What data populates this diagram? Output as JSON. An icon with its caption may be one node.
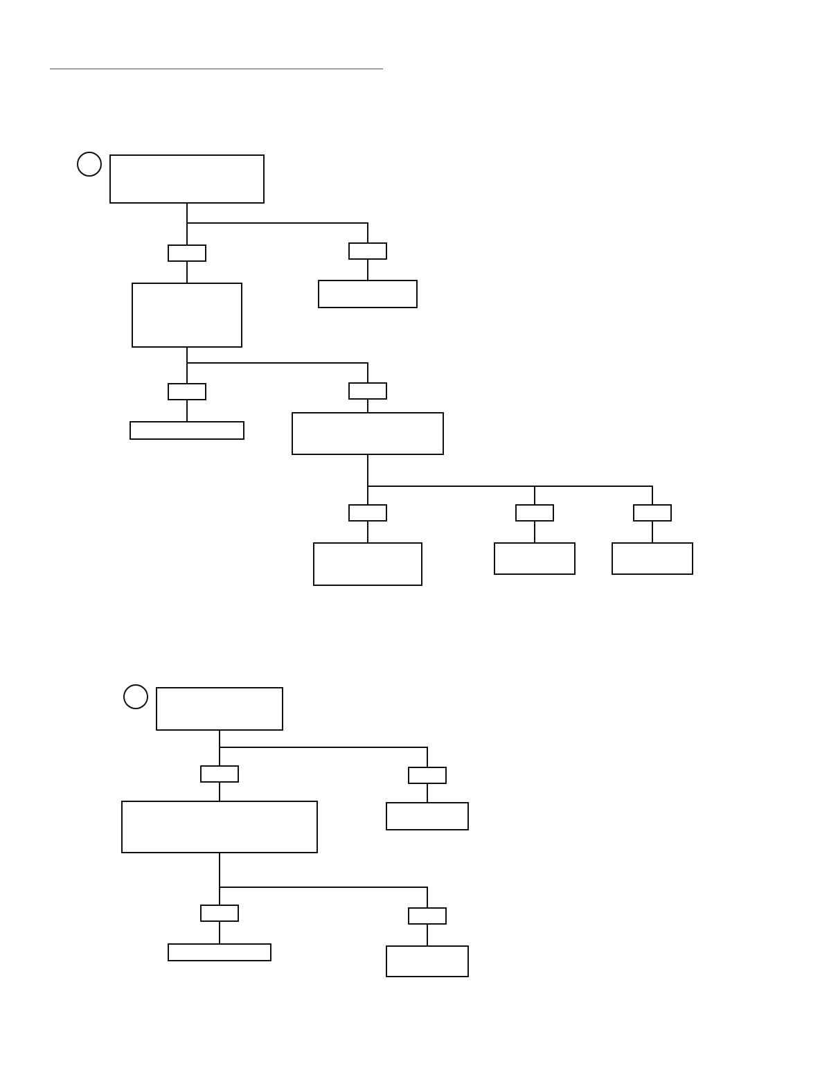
{
  "diagram": {
    "nodes": [
      {
        "text": [],
        "shape": "circle"
      },
      {
        "text": [],
        "shape": "box"
      },
      {
        "text": [],
        "shape": "box"
      },
      {
        "text": [],
        "shape": "box"
      },
      {
        "text": [],
        "shape": "box"
      },
      {
        "text": [],
        "shape": "box"
      },
      {
        "text": [],
        "shape": "box"
      },
      {
        "text": [],
        "shape": "box"
      },
      {
        "text": [],
        "shape": "box"
      },
      {
        "text": [],
        "shape": "box"
      },
      {
        "text": [],
        "shape": "box"
      },
      {
        "text": [],
        "shape": "box"
      },
      {
        "text": [],
        "shape": "box"
      },
      {
        "text": [],
        "shape": "box"
      },
      {
        "text": [],
        "shape": "box"
      },
      {
        "text": [],
        "shape": "box"
      },
      {
        "text": [],
        "shape": "circle"
      },
      {
        "text": [],
        "shape": "box"
      },
      {
        "text": [],
        "shape": "box"
      },
      {
        "text": [],
        "shape": "box"
      },
      {
        "text": [],
        "shape": "box"
      },
      {
        "text": [],
        "shape": "box"
      },
      {
        "text": [],
        "shape": "box"
      },
      {
        "text": [],
        "shape": "box"
      },
      {
        "text": [],
        "shape": "box"
      },
      {
        "text": [],
        "shape": "box"
      }
    ],
    "edges": [
      {
        "from": 1,
        "to": 2,
        "arrow": "none"
      },
      {
        "from": 1,
        "to": 3,
        "arrow": "none"
      },
      {
        "from": 2,
        "to": 4,
        "arrow": "none"
      },
      {
        "from": 3,
        "to": 5,
        "arrow": "none"
      },
      {
        "from": 4,
        "to": 6,
        "arrow": "none"
      },
      {
        "from": 4,
        "to": 7,
        "arrow": "none"
      },
      {
        "from": 6,
        "to": 8,
        "arrow": "none"
      },
      {
        "from": 7,
        "to": 9,
        "arrow": "none"
      },
      {
        "from": 9,
        "to": 10,
        "arrow": "none"
      },
      {
        "from": 9,
        "to": 11,
        "arrow": "none"
      },
      {
        "from": 9,
        "to": 12,
        "arrow": "none"
      },
      {
        "from": 10,
        "to": 13,
        "arrow": "none"
      },
      {
        "from": 11,
        "to": 14,
        "arrow": "none"
      },
      {
        "from": 12,
        "to": 15,
        "arrow": "none"
      },
      {
        "from": 17,
        "to": 18,
        "arrow": "none"
      },
      {
        "from": 17,
        "to": 19,
        "arrow": "none"
      },
      {
        "from": 18,
        "to": 20,
        "arrow": "none"
      },
      {
        "from": 19,
        "to": 21,
        "arrow": "none"
      },
      {
        "from": 20,
        "to": 22,
        "arrow": "none"
      },
      {
        "from": 20,
        "to": 23,
        "arrow": "none"
      },
      {
        "from": 22,
        "to": 24,
        "arrow": "none"
      },
      {
        "from": 23,
        "to": 25,
        "arrow": "none"
      }
    ]
  }
}
